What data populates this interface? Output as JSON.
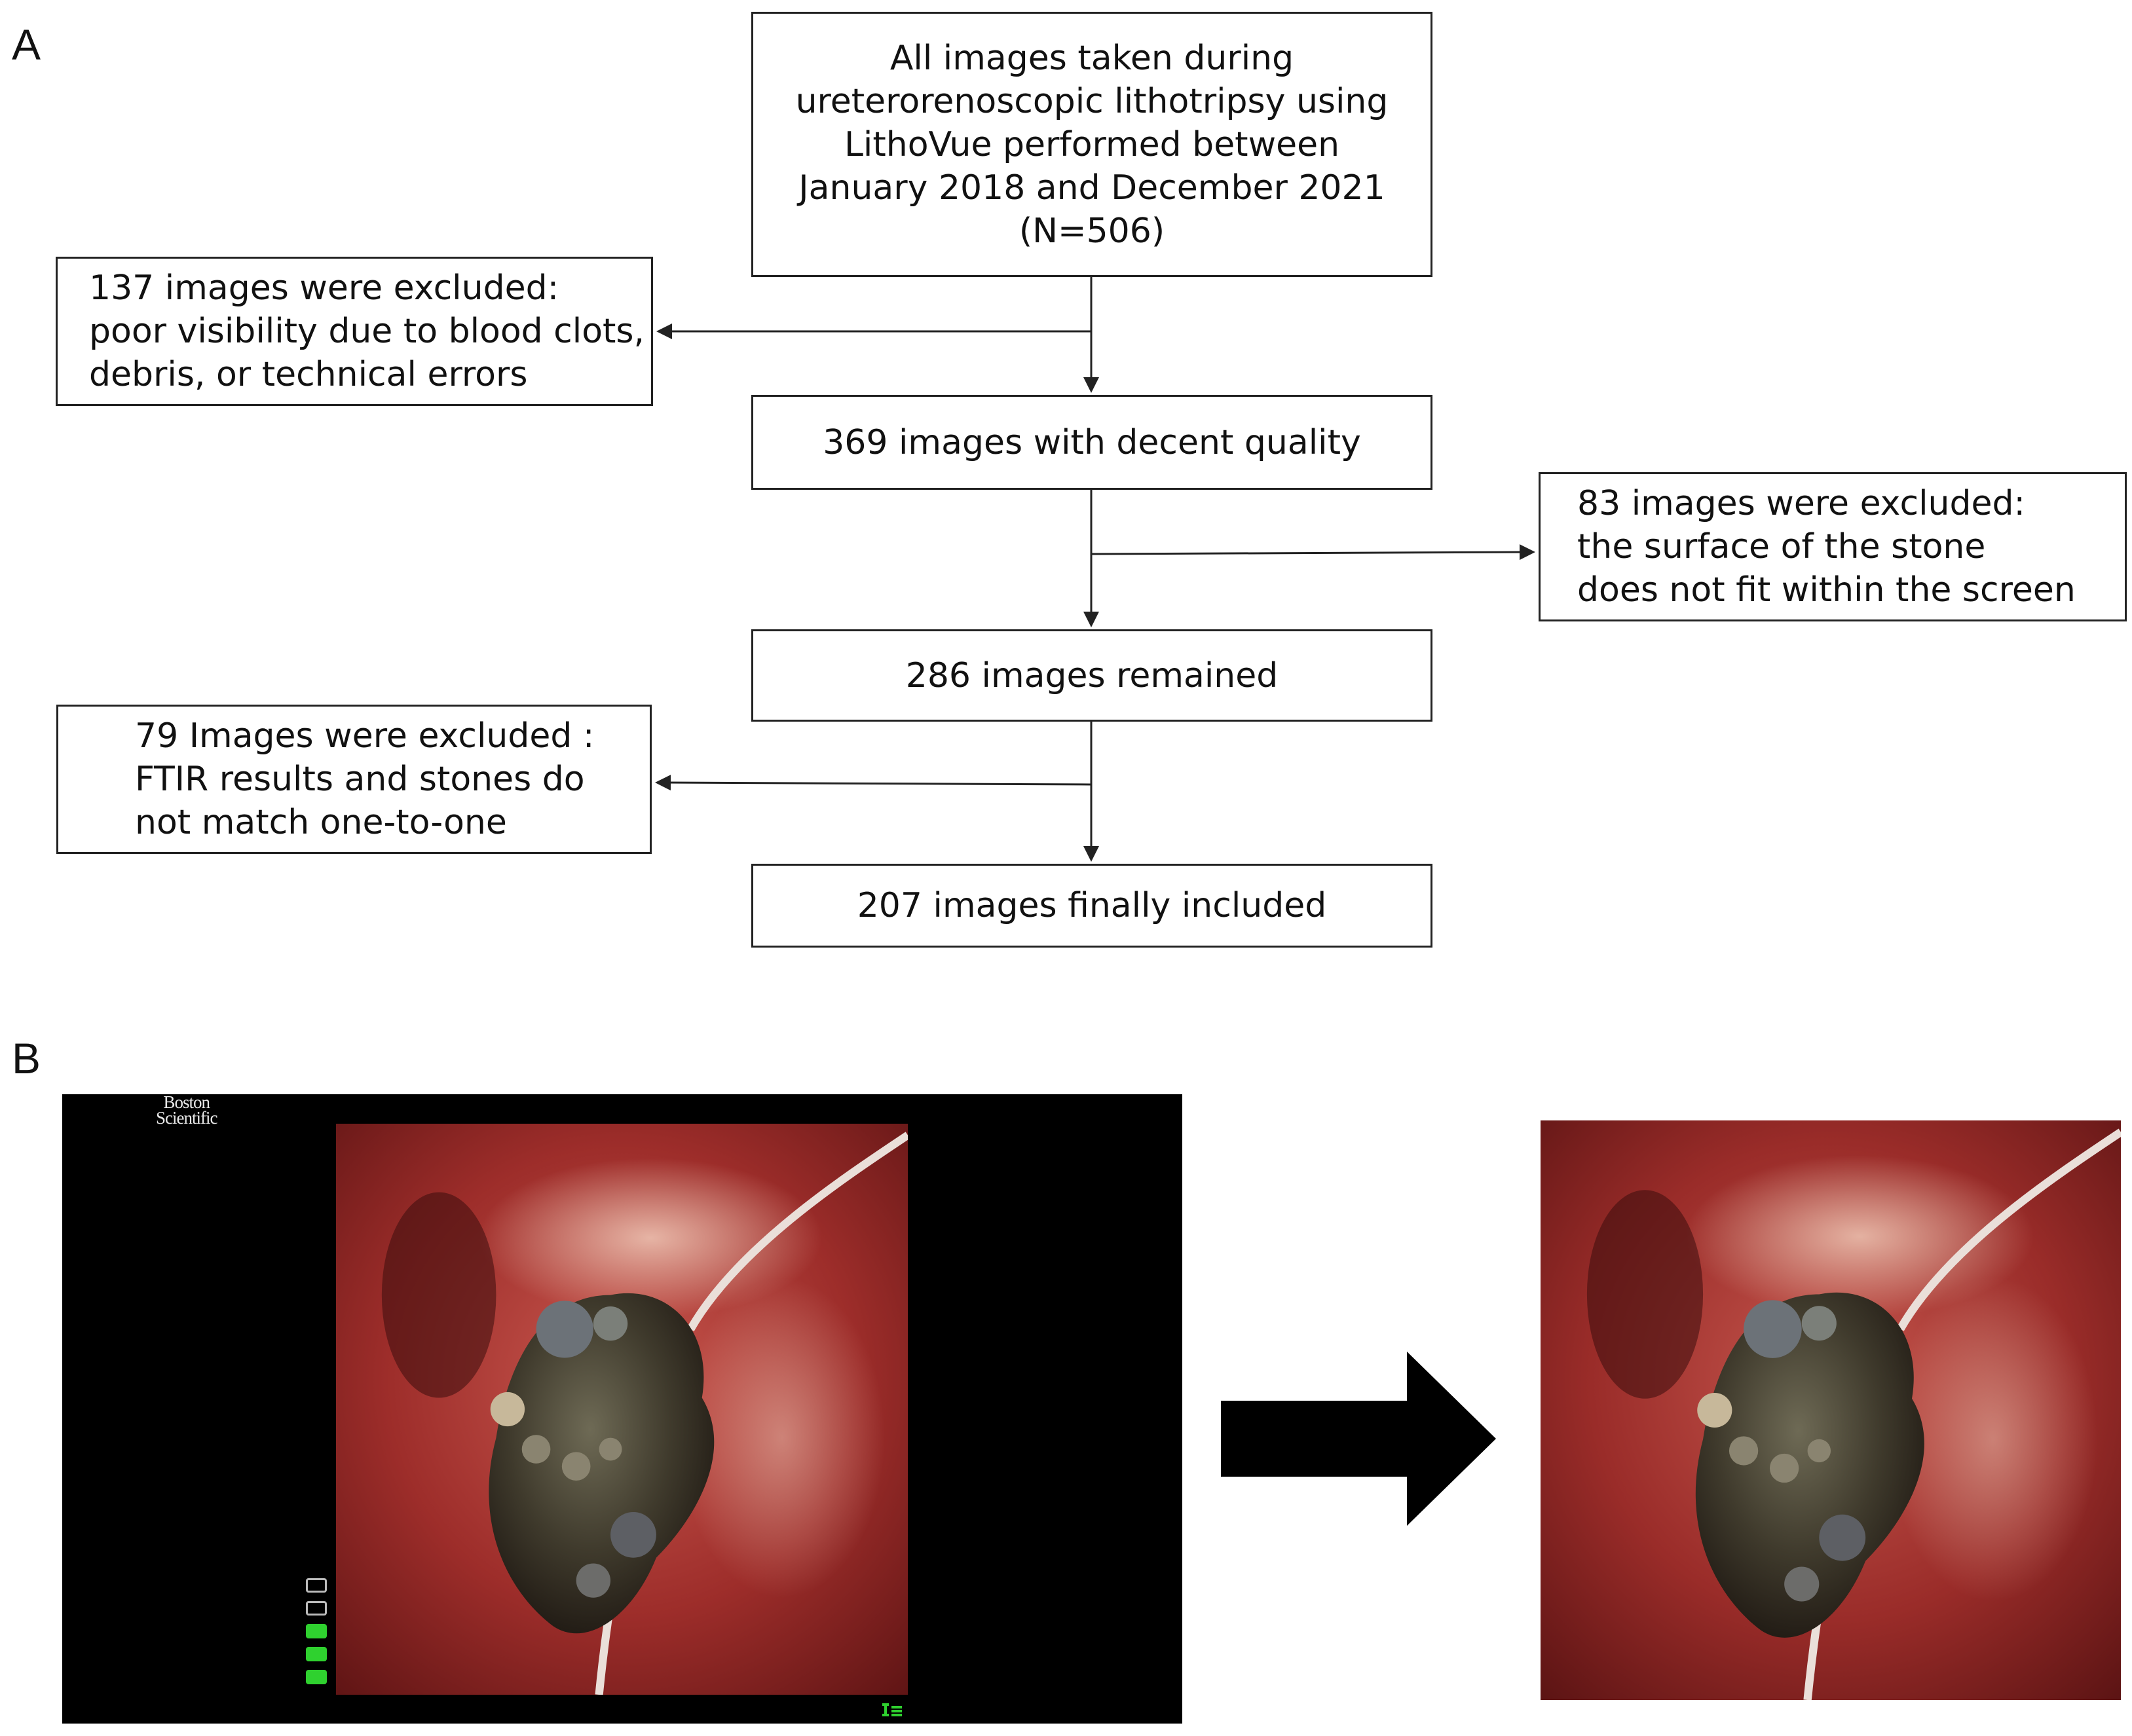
{
  "panel_a": {
    "label": "A",
    "boxes": {
      "start": "All images taken during\nureterorenoscopic lithotripsy using\nLithoVue performed between\nJanuary 2018 and December 2021\n(N=506)",
      "decent": "369 images with decent quality",
      "remained": "286 images remained",
      "final": "207 images finally included"
    },
    "exclusions": {
      "first": "137 images were excluded:\npoor visibility due to blood clots,\ndebris, or technical errors",
      "second": "83 images were excluded:\nthe surface of the stone\ndoes not fit within the screen",
      "third": "79 Images were excluded :\nFTIR results and stones do\nnot match one-to-one"
    }
  },
  "panel_b": {
    "label": "B",
    "brand": {
      "line1": "Boston",
      "line2": "Scientific"
    },
    "battery_level": {
      "filled": 3,
      "total": 5
    },
    "indicator_color": "#2fd12f",
    "arrow_color": "#000000"
  }
}
